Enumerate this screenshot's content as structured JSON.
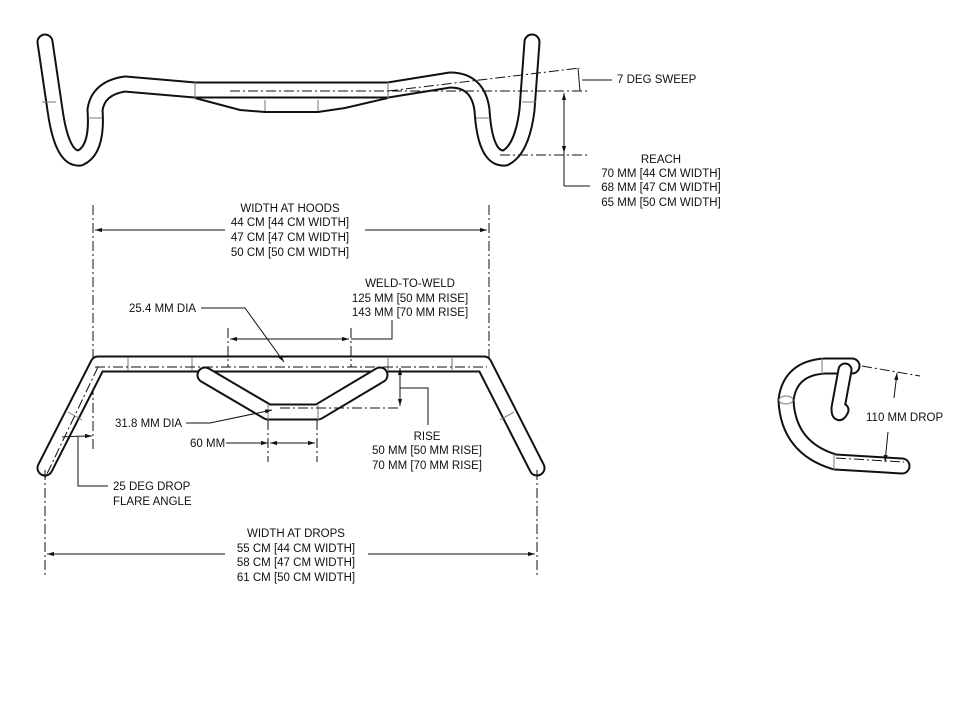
{
  "top_view": {
    "sweep_label": "7 DEG SWEEP",
    "reach": {
      "title": "REACH",
      "lines": [
        "70 MM [44 CM WIDTH]",
        "68 MM [47 CM WIDTH]",
        "65 MM [50 CM WIDTH]"
      ]
    }
  },
  "front_view": {
    "width_at_hoods": {
      "title": "WIDTH AT HOODS",
      "lines": [
        "44 CM [44 CM WIDTH]",
        "47 CM [47 CM WIDTH]",
        "50 CM [50 CM WIDTH]"
      ]
    },
    "weld_to_weld": {
      "title": "WELD-TO-WELD",
      "lines": [
        "125 MM [50 MM RISE]",
        "143 MM [70 MM RISE]"
      ]
    },
    "dia_25": "25.4 MM DIA",
    "dia_31": "31.8 MM DIA",
    "clamp_width": "60 MM",
    "rise": {
      "title": "RISE",
      "lines": [
        "50 MM [50 MM RISE]",
        "70 MM [70 MM RISE]"
      ]
    },
    "flare": [
      "25 DEG DROP",
      "FLARE ANGLE"
    ],
    "width_at_drops": {
      "title": "WIDTH AT DROPS",
      "lines": [
        "55 CM [44 CM WIDTH]",
        "58 CM [47 CM WIDTH]",
        "61 CM [50 CM WIDTH]"
      ]
    }
  },
  "side_view": {
    "drop_label": "110 MM DROP"
  }
}
